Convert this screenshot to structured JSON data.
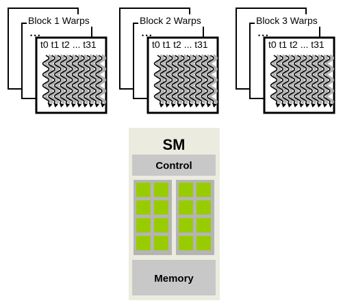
{
  "blocks": [
    {
      "label": "Block 1 Warps",
      "dots": "• • •",
      "threads": "t0 t1 t2 ... t31"
    },
    {
      "label": "Block 2 Warps",
      "dots": "• • •",
      "threads": "t0 t1 t2 ... t31"
    },
    {
      "label": "Block 3 Warps",
      "dots": "• • •",
      "threads": "t0 t1 t2 ... t31"
    }
  ],
  "sm": {
    "title": "SM",
    "control_label": "Control",
    "memory_label": "Memory",
    "core_groups": 2,
    "core_rows": 4,
    "core_cols": 2
  },
  "colors": {
    "sm_background": "#ecebe0",
    "panel": "#c8c8c8",
    "core": "#99cc00",
    "core_cell": "#b4b4b4",
    "wave_shadow": "#b4b4b4"
  }
}
